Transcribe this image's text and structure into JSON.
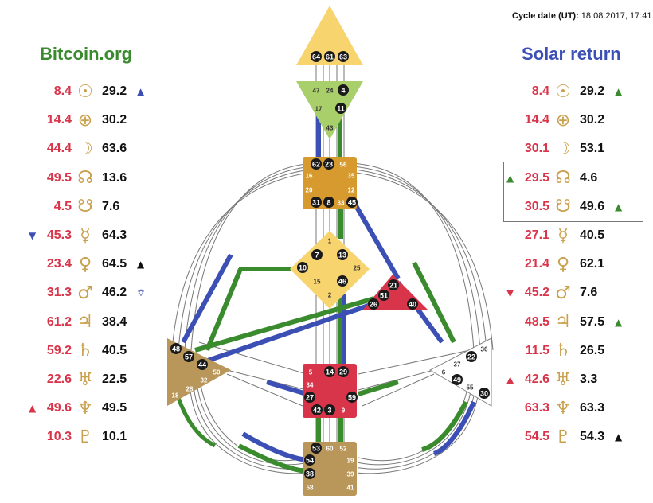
{
  "header": {
    "cycle_label": "Cycle date (UT):",
    "cycle_value": " 18.08.2017, 17:41"
  },
  "left": {
    "title": "Bitcoin.org",
    "rows": [
      {
        "a": "8.4",
        "sym": "☉",
        "b": "29.2",
        "mark": "▲",
        "mark_color": "#3c4fb5",
        "mark_side": "right"
      },
      {
        "a": "14.4",
        "sym": "⊕",
        "b": "30.2",
        "mark": "",
        "mark_color": "",
        "mark_side": ""
      },
      {
        "a": "44.4",
        "sym": "☽",
        "b": "63.6",
        "mark": "",
        "mark_color": "",
        "mark_side": ""
      },
      {
        "a": "49.5",
        "sym": "☊",
        "b": "13.6",
        "mark": "",
        "mark_color": "",
        "mark_side": ""
      },
      {
        "a": "4.5",
        "sym": "☋",
        "b": "7.6",
        "mark": "",
        "mark_color": "",
        "mark_side": ""
      },
      {
        "a": "45.3",
        "sym": "☿",
        "b": "64.3",
        "mark": "▼",
        "mark_color": "#3c4fb5",
        "mark_side": "left"
      },
      {
        "a": "23.4",
        "sym": "♀",
        "b": "64.5",
        "mark": "▲",
        "mark_color": "#111111",
        "mark_side": "right"
      },
      {
        "a": "31.3",
        "sym": "♂",
        "b": "46.2",
        "mark": "✡",
        "mark_color": "#3c4fb5",
        "mark_side": "right"
      },
      {
        "a": "61.2",
        "sym": "♃",
        "b": "38.4",
        "mark": "",
        "mark_color": "",
        "mark_side": ""
      },
      {
        "a": "59.2",
        "sym": "♄",
        "b": "40.5",
        "mark": "",
        "mark_color": "",
        "mark_side": ""
      },
      {
        "a": "22.6",
        "sym": "♅",
        "b": "22.5",
        "mark": "",
        "mark_color": "",
        "mark_side": ""
      },
      {
        "a": "49.6",
        "sym": "♆",
        "b": "49.5",
        "mark": "▲",
        "mark_color": "#d8344a",
        "mark_side": "left"
      },
      {
        "a": "10.3",
        "sym": "♇",
        "b": "10.1",
        "mark": "",
        "mark_color": "",
        "mark_side": ""
      }
    ]
  },
  "right": {
    "title": "Solar return",
    "rows": [
      {
        "a": "8.4",
        "sym": "☉",
        "b": "29.2",
        "mark": "▲",
        "mark_color": "#3a8a2e",
        "mark_side": "right"
      },
      {
        "a": "14.4",
        "sym": "⊕",
        "b": "30.2",
        "mark": "",
        "mark_color": "",
        "mark_side": ""
      },
      {
        "a": "30.1",
        "sym": "☽",
        "b": "53.1",
        "mark": "",
        "mark_color": "",
        "mark_side": ""
      },
      {
        "a": "29.5",
        "sym": "☊",
        "b": "4.6",
        "mark": "▲",
        "mark_color": "#3a8a2e",
        "mark_side": "left"
      },
      {
        "a": "30.5",
        "sym": "☋",
        "b": "49.6",
        "mark": "▲",
        "mark_color": "#3a8a2e",
        "mark_side": "right"
      },
      {
        "a": "27.1",
        "sym": "☿",
        "b": "40.5",
        "mark": "",
        "mark_color": "",
        "mark_side": ""
      },
      {
        "a": "21.4",
        "sym": "♀",
        "b": "62.1",
        "mark": "",
        "mark_color": "",
        "mark_side": ""
      },
      {
        "a": "45.2",
        "sym": "♂",
        "b": "7.6",
        "mark": "▼",
        "mark_color": "#d8344a",
        "mark_side": "left"
      },
      {
        "a": "48.5",
        "sym": "♃",
        "b": "57.5",
        "mark": "▲",
        "mark_color": "#3a8a2e",
        "mark_side": "right"
      },
      {
        "a": "11.5",
        "sym": "♄",
        "b": "26.5",
        "mark": "",
        "mark_color": "",
        "mark_side": ""
      },
      {
        "a": "42.6",
        "sym": "♅",
        "b": "3.3",
        "mark": "▲",
        "mark_color": "#d8344a",
        "mark_side": "left"
      },
      {
        "a": "63.3",
        "sym": "♆",
        "b": "63.3",
        "mark": "",
        "mark_color": "",
        "mark_side": ""
      },
      {
        "a": "54.5",
        "sym": "♇",
        "b": "54.3",
        "mark": "▲",
        "mark_color": "#111111",
        "mark_side": "right"
      }
    ]
  },
  "centers": {
    "head": {
      "color": "#f8d46e",
      "gates": [
        "64",
        "61",
        "63"
      ],
      "plain": []
    },
    "ajna": {
      "color": "#a8cf6a",
      "gates": [
        "4",
        "11",
        "43"
      ],
      "plain": [
        "47",
        "24",
        "17"
      ]
    },
    "throat": {
      "color": "#d79a2f",
      "gates": [
        "62",
        "23",
        "31",
        "8",
        "45"
      ],
      "plain": [
        "56",
        "16",
        "35",
        "20",
        "12",
        "33"
      ]
    },
    "g": {
      "color": "#f8d46e",
      "gates": [
        "7",
        "13",
        "10",
        "46"
      ],
      "plain": [
        "1",
        "25",
        "15",
        "2"
      ]
    },
    "ego": {
      "color": "#d8344a",
      "gates": [
        "21",
        "51",
        "26",
        "40"
      ],
      "plain": []
    },
    "spleen": {
      "color": "#b9975a",
      "gates": [
        "48",
        "57",
        "44"
      ],
      "plain": [
        "50",
        "32",
        "28",
        "18"
      ]
    },
    "sacral": {
      "color": "#d8344a",
      "gates": [
        "14",
        "29",
        "27",
        "59",
        "42",
        "3"
      ],
      "plain": [
        "5",
        "34",
        "9"
      ]
    },
    "solar": {
      "color": "#ffffff",
      "gates": [
        "22",
        "49",
        "30"
      ],
      "plain": [
        "36",
        "37",
        "6",
        "55"
      ]
    },
    "root": {
      "color": "#b9975a",
      "gates": [
        "53",
        "54",
        "38"
      ],
      "plain": [
        "60",
        "52",
        "19",
        "39",
        "58",
        "41"
      ]
    }
  },
  "colors": {
    "design": "#3a8a2e",
    "personality": "#3c4fb5",
    "gate_dot": "#1a1a1a",
    "red": "#d8344a"
  }
}
